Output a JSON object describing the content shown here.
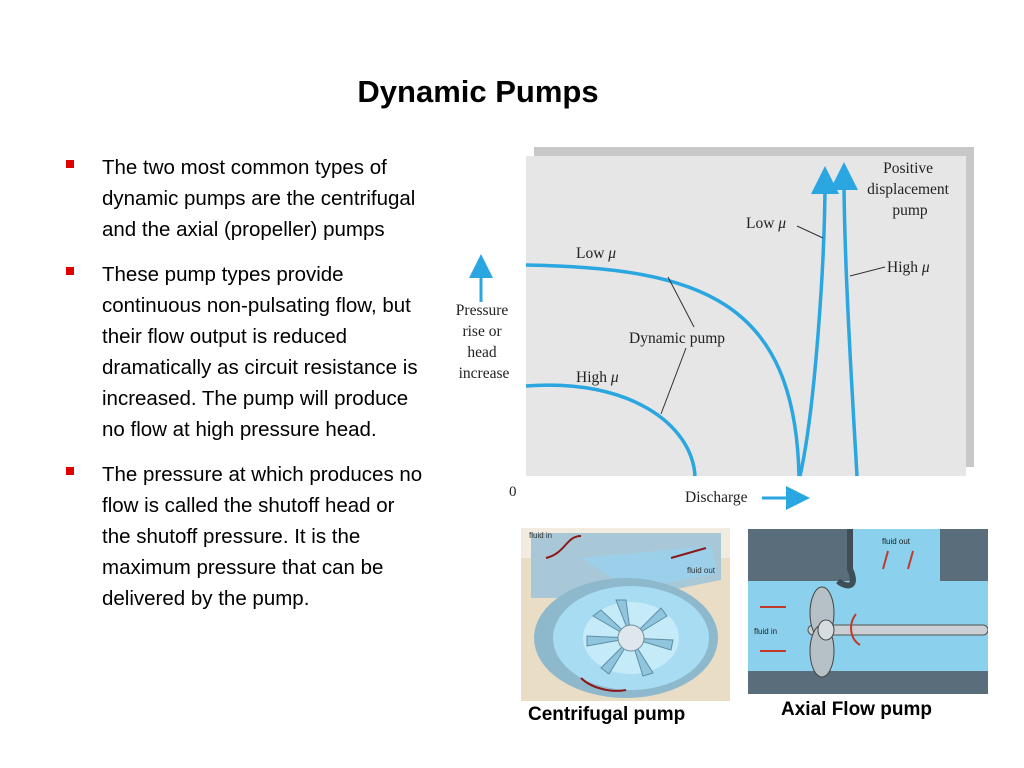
{
  "title": "Dynamic Pumps",
  "bullets": [
    "The two most common types of dynamic pumps are the centrifugal and the axial (propeller) pumps",
    "These pump types provide continuous non-pulsating flow, but their flow output is reduced dramatically as circuit resistance is increased. The pump will produce no flow at high pressure head.",
    "The pressure at which produces no flow is called the shutoff head or the shutoff pressure.  It is the maximum pressure that can be delivered by the pump."
  ],
  "graph": {
    "y_label_lines": [
      "Pressure",
      "rise or",
      "head",
      "increase"
    ],
    "x_label": "Discharge",
    "origin_label": "0",
    "dynamic_label": "Dynamic pump",
    "dynamic_low": "Low",
    "dynamic_high": "High",
    "pd_label_lines": [
      "Positive",
      "displacement",
      "pump"
    ],
    "pd_low": "Low",
    "pd_high": "High",
    "mu": "μ",
    "curve_color": "#2aa6e0"
  },
  "centrifugal": {
    "caption": "Centrifugal pump",
    "fluid_in": "fluid in",
    "fluid_out": "fluid out"
  },
  "axial": {
    "caption": "Axial Flow pump",
    "fluid_in": "fluid in",
    "fluid_out": "fluid out"
  }
}
